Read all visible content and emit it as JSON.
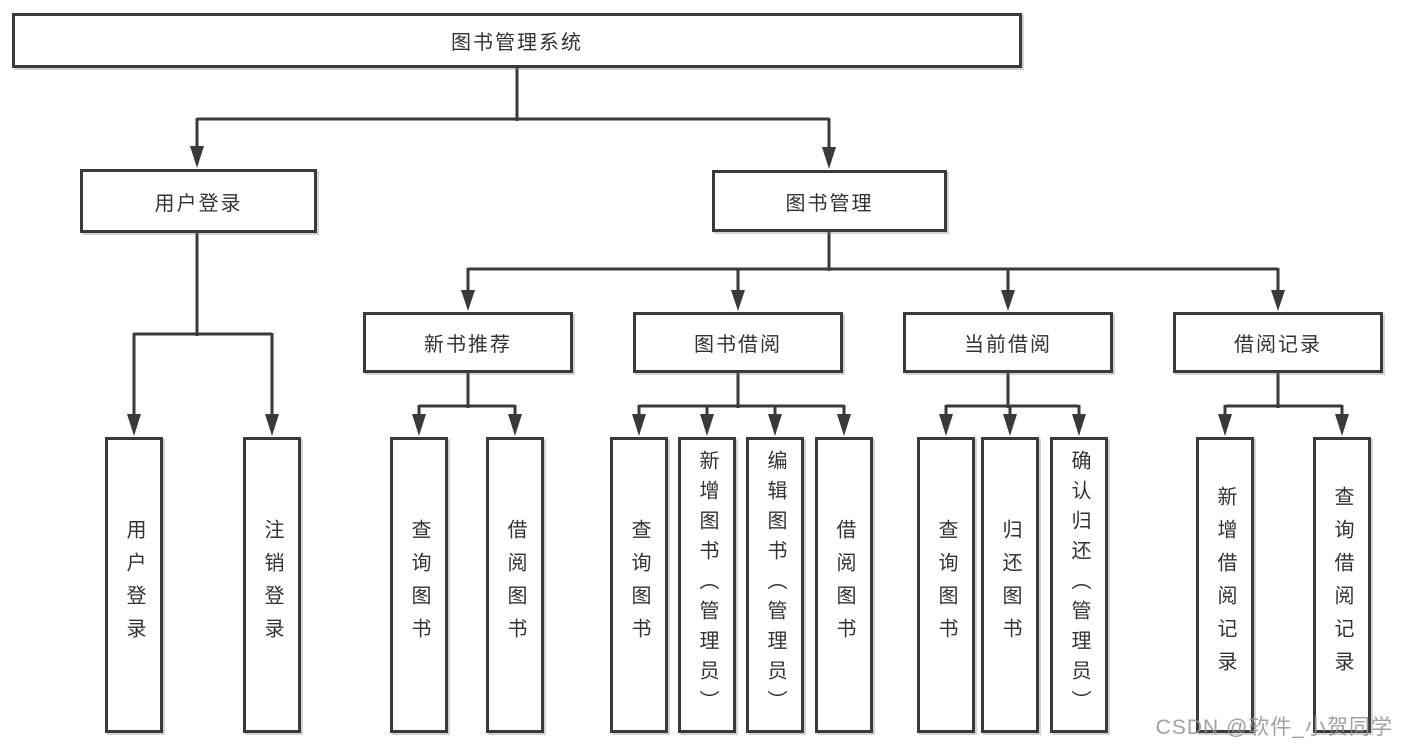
{
  "diagram": {
    "tree": {
      "label": "图书管理系统",
      "children": [
        {
          "label": "用户登录",
          "children": [
            {
              "label": "用户登录"
            },
            {
              "label": "注销登录"
            }
          ]
        },
        {
          "label": "图书管理",
          "children": [
            {
              "label": "新书推荐",
              "children": [
                {
                  "label": "查询图书"
                },
                {
                  "label": "借阅图书"
                }
              ]
            },
            {
              "label": "图书借阅",
              "children": [
                {
                  "label": "查询图书"
                },
                {
                  "label": "新增图书（管理员）"
                },
                {
                  "label": "编辑图书（管理员）"
                },
                {
                  "label": "借阅图书"
                }
              ]
            },
            {
              "label": "当前借阅",
              "children": [
                {
                  "label": "查询图书"
                },
                {
                  "label": "归还图书"
                },
                {
                  "label": "确认归还（管理员）"
                }
              ]
            },
            {
              "label": "借阅记录",
              "children": [
                {
                  "label": "新增借阅记录"
                },
                {
                  "label": "查询借阅记录"
                }
              ]
            }
          ]
        }
      ]
    },
    "colors": {
      "line": "#3a3a3a",
      "box_border": "#3a3a3a",
      "text": "#333333",
      "watermark_text": "#919191",
      "background": "#ffffff"
    },
    "watermark": "CSDN @软件_小贺同学"
  }
}
